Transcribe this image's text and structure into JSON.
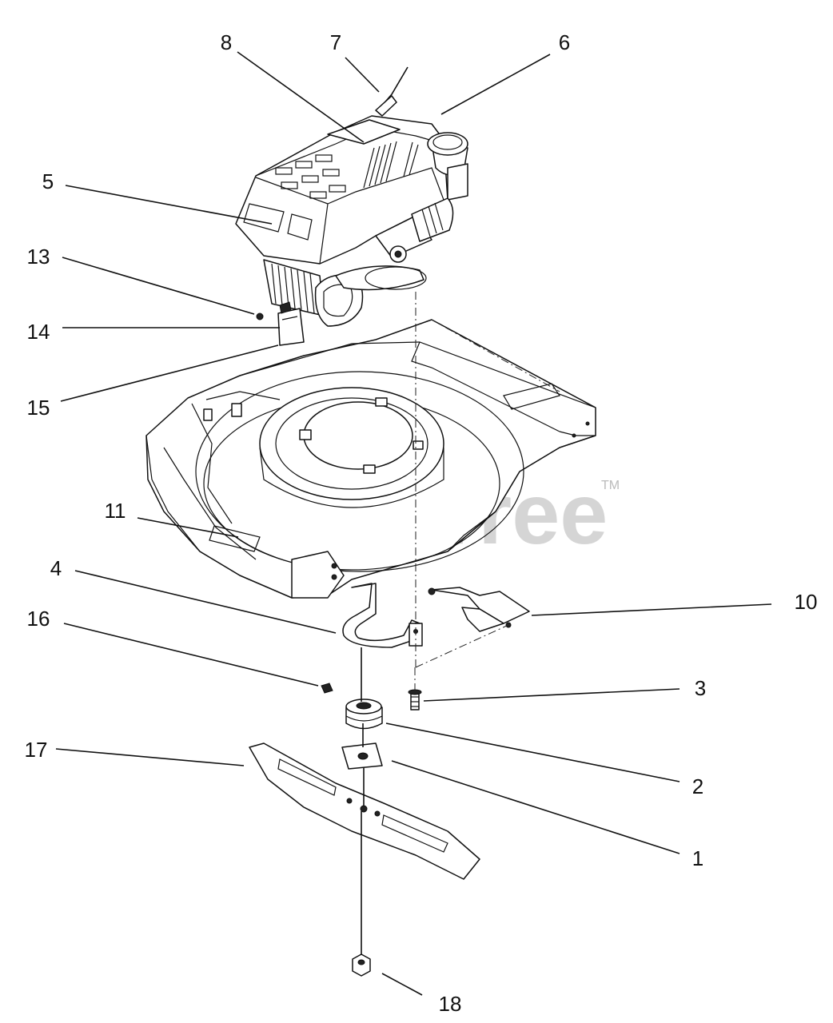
{
  "watermark": {
    "text": "PartsTree",
    "tm": "TM"
  },
  "callouts": [
    {
      "id": "8",
      "label": "8"
    },
    {
      "id": "7",
      "label": "7"
    },
    {
      "id": "6",
      "label": "6"
    },
    {
      "id": "5",
      "label": "5"
    },
    {
      "id": "13",
      "label": "13"
    },
    {
      "id": "14",
      "label": "14"
    },
    {
      "id": "15",
      "label": "15"
    },
    {
      "id": "11",
      "label": "11"
    },
    {
      "id": "4",
      "label": "4"
    },
    {
      "id": "10",
      "label": "10"
    },
    {
      "id": "16",
      "label": "16"
    },
    {
      "id": "3",
      "label": "3"
    },
    {
      "id": "17",
      "label": "17"
    },
    {
      "id": "2",
      "label": "2"
    },
    {
      "id": "1",
      "label": "1"
    },
    {
      "id": "18",
      "label": "18"
    }
  ]
}
